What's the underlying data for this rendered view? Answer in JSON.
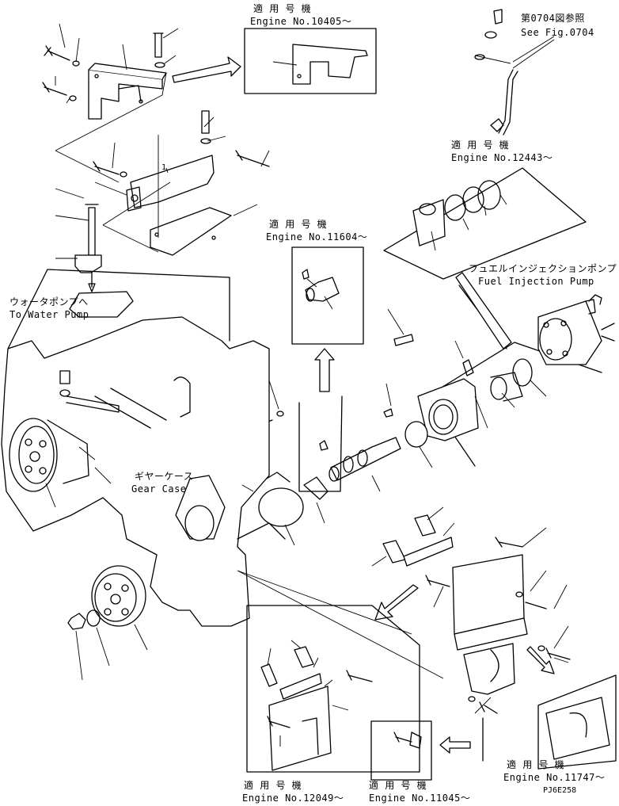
{
  "labels": {
    "engine_10405_jp": "適 用 号 機",
    "engine_10405": "Engine No.10405～",
    "see_fig_jp": "第0704図参照",
    "see_fig": "See Fig.0704",
    "engine_12443_jp": "適 用 号 機",
    "engine_12443": "Engine No.12443～",
    "engine_11604_jp": "適 用 号 機",
    "engine_11604": "Engine No.11604～",
    "fuel_pump_jp": "フュエルインジェクションポンプ",
    "fuel_pump": "Fuel Injection Pump",
    "water_pump_jp": "ウォータポンプへ",
    "water_pump": "To Water Pump",
    "gear_case_jp": "ギヤーケース",
    "gear_case": "Gear Case",
    "engine_12049_jp": "適 用 号 機",
    "engine_12049": "Engine No.12049～",
    "engine_11045_jp": "適 用 号 機",
    "engine_11045": "Engine No.11045～",
    "engine_11747_jp": "適 用 号 機",
    "engine_11747": "Engine No.11747～",
    "drawing_code": "PJ6E258",
    "callout_1": "1"
  }
}
